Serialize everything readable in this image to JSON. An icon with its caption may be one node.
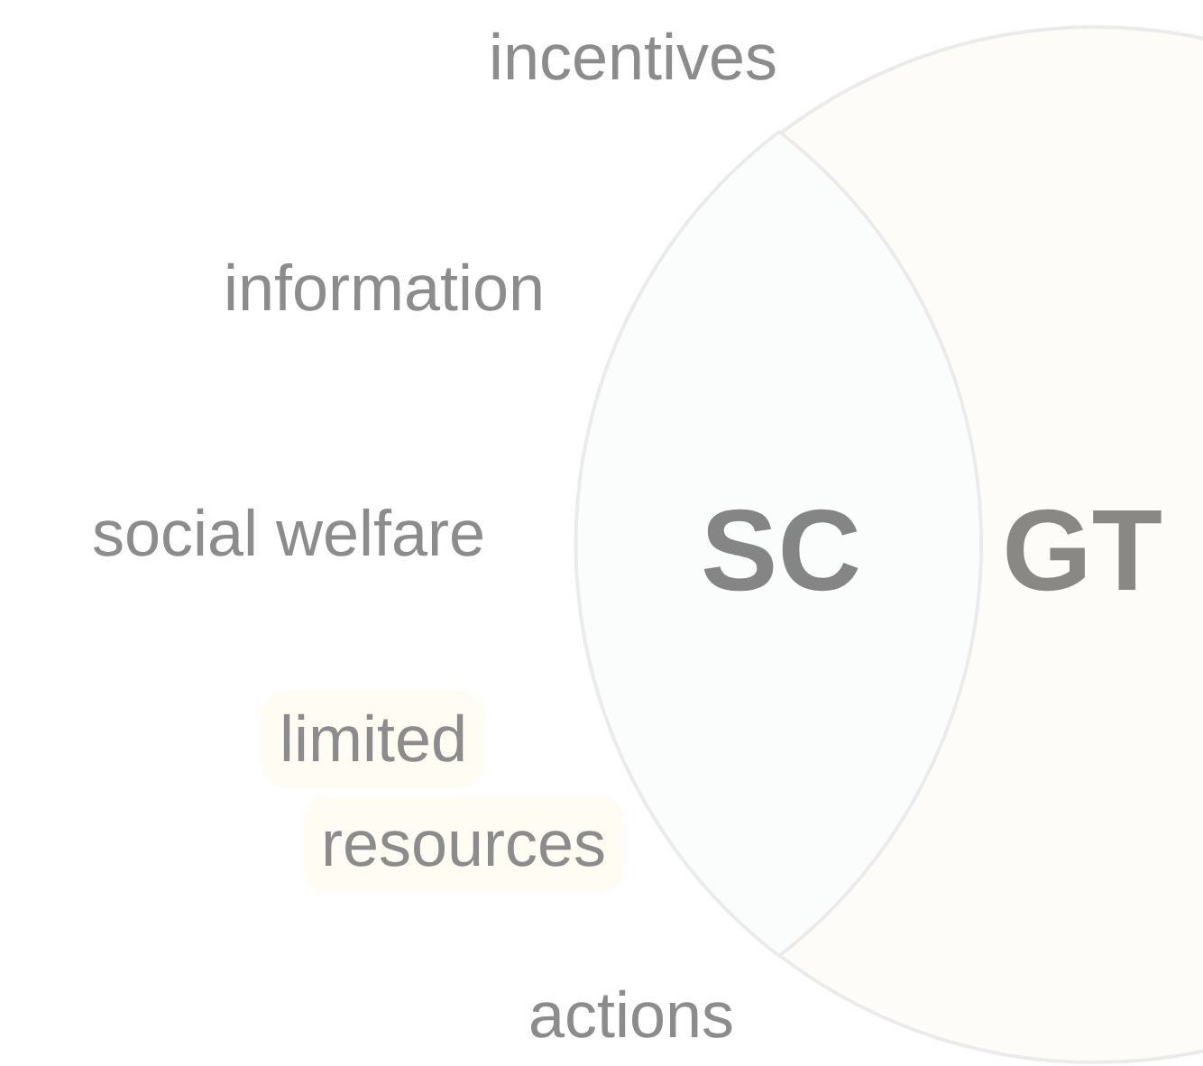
{
  "diagram": {
    "nodes": [
      {
        "text": [
          "GT"
        ]
      },
      {
        "text": [
          "SC"
        ],
        "in": 0
      }
    ],
    "labels": [
      "incentives",
      "information",
      "social welfare",
      "limited",
      "resources",
      "actions"
    ]
  }
}
